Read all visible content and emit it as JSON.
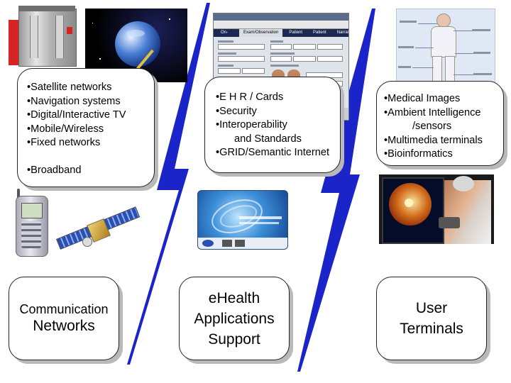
{
  "columns": {
    "communication": {
      "items": [
        "•Satellite networks",
        "•Navigation systems",
        "•Digital/Interactive TV",
        "•Mobile/Wireless",
        "•Fixed networks",
        "•Broadband"
      ],
      "title_line1": "Communication",
      "title_line2": "Networks"
    },
    "applications": {
      "items": [
        "•E H R / Cards",
        "•Security",
        "•Interoperability",
        "and Standards",
        "•GRID/Semantic Internet"
      ],
      "title_line1": "eHealth",
      "title_line2": "Applications",
      "title_line3": "Support"
    },
    "terminals": {
      "items": [
        "•Medical Images",
        "•Ambient Intelligence",
        "/sensors",
        "•Multimedia terminals",
        "•Bioinformatics"
      ],
      "title_line1": "User",
      "title_line2": "Terminals"
    }
  },
  "ehr_screenshot": {
    "tabs": [
      "On-Scene",
      "Exam/Observation",
      "Patient HX",
      "Patient TX",
      "Narrative"
    ],
    "active_tab": "Exam/Observation"
  },
  "colors": {
    "lightning": "#1a24c8",
    "box_border": "#222222",
    "box_shadow": "#b9b9b9"
  }
}
